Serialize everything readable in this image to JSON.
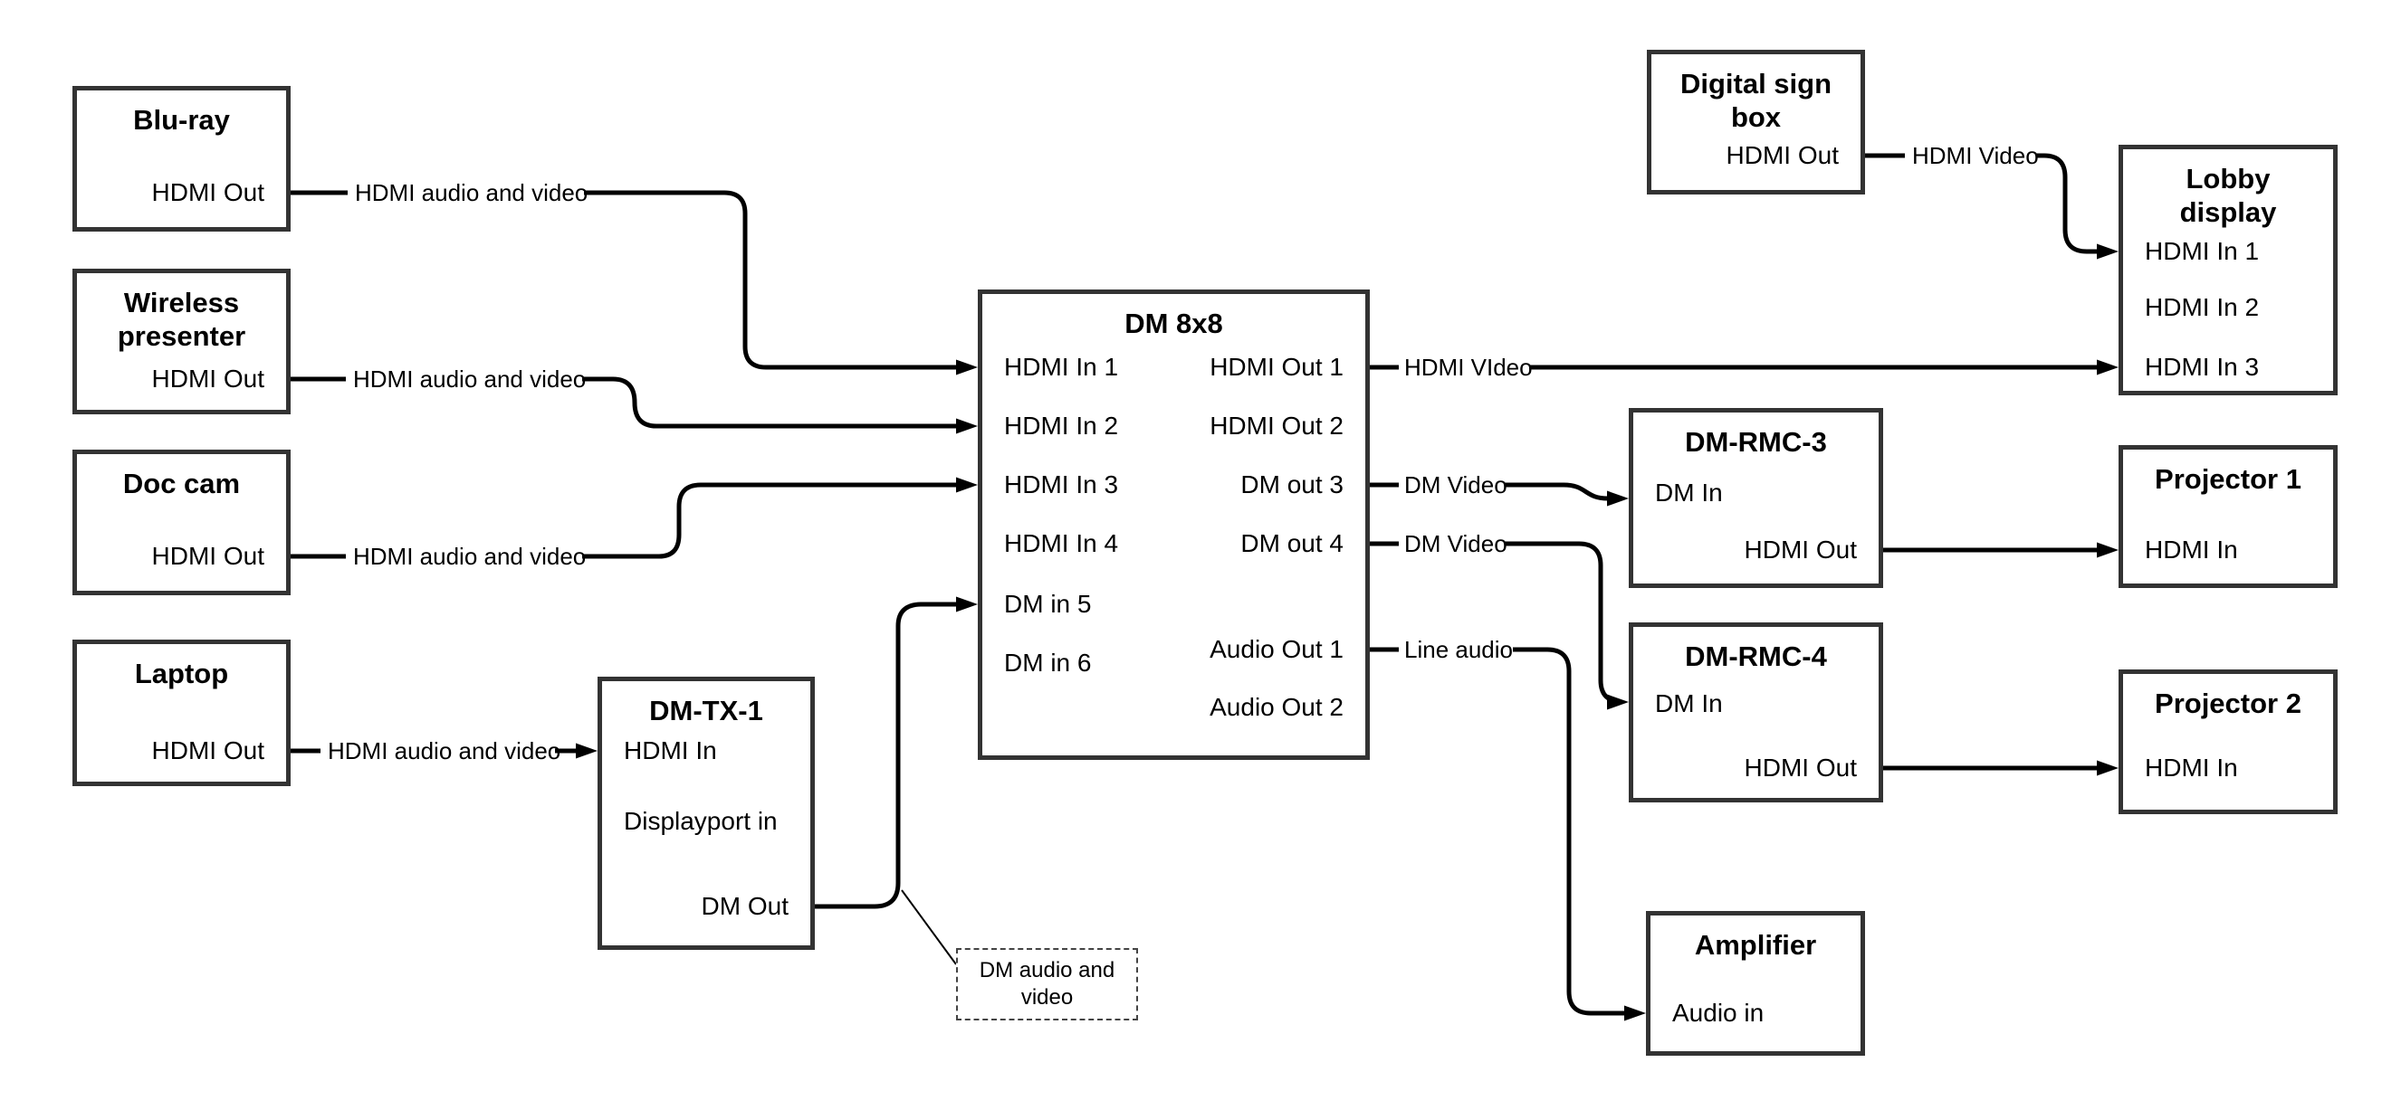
{
  "nodes": [
    {
      "id": "bluray",
      "title": "Blu-ray",
      "ports": [
        "HDMI Out"
      ]
    },
    {
      "id": "wireless",
      "title": "Wireless presenter",
      "ports": [
        "HDMI Out"
      ]
    },
    {
      "id": "doccam",
      "title": "Doc cam",
      "ports": [
        "HDMI Out"
      ]
    },
    {
      "id": "laptop",
      "title": "Laptop",
      "ports": [
        "HDMI Out"
      ]
    },
    {
      "id": "dmtx1",
      "title": "DM-TX-1",
      "ports": [
        "HDMI In",
        "Displayport in",
        "DM Out"
      ]
    },
    {
      "id": "dm8x8",
      "title": "DM 8x8",
      "ports": [
        "HDMI In 1",
        "HDMI In 2",
        "HDMI In 3",
        "HDMI In 4",
        "DM in 5",
        "DM in 6",
        "HDMI Out 1",
        "HDMI Out 2",
        "DM out 3",
        "DM out 4",
        "Audio Out 1",
        "Audio Out 2"
      ]
    },
    {
      "id": "signbox",
      "title": "Digital sign box",
      "ports": [
        "HDMI Out"
      ]
    },
    {
      "id": "lobby",
      "title": "Lobby display",
      "ports": [
        "HDMI In 1",
        "HDMI In 2",
        "HDMI In 3"
      ]
    },
    {
      "id": "dmrmc3",
      "title": "DM-RMC-3",
      "ports": [
        "DM In",
        "HDMI Out"
      ]
    },
    {
      "id": "proj1",
      "title": "Projector 1",
      "ports": [
        "HDMI In"
      ]
    },
    {
      "id": "dmrmc4",
      "title": "DM-RMC-4",
      "ports": [
        "DM In",
        "HDMI Out"
      ]
    },
    {
      "id": "proj2",
      "title": "Projector 2",
      "ports": [
        "HDMI In"
      ]
    },
    {
      "id": "amp",
      "title": "Amplifier",
      "ports": [
        "Audio in"
      ]
    }
  ],
  "edges": [
    {
      "from": "Blu-ray",
      "from_port": "HDMI Out",
      "to": "DM 8x8",
      "to_port": "HDMI In 1",
      "label": "HDMI audio and video"
    },
    {
      "from": "Wireless presenter",
      "from_port": "HDMI Out",
      "to": "DM 8x8",
      "to_port": "HDMI In 2",
      "label": "HDMI audio and video"
    },
    {
      "from": "Doc cam",
      "from_port": "HDMI Out",
      "to": "DM 8x8",
      "to_port": "HDMI In 3",
      "label": "HDMI audio and video"
    },
    {
      "from": "Laptop",
      "from_port": "HDMI Out",
      "to": "DM-TX-1",
      "to_port": "HDMI In",
      "label": "HDMI audio and video"
    },
    {
      "from": "DM-TX-1",
      "from_port": "DM Out",
      "to": "DM 8x8",
      "to_port": "DM in 5",
      "label": ""
    },
    {
      "from": "DM 8x8",
      "from_port": "HDMI Out 1",
      "to": "Lobby display",
      "to_port": "HDMI In 3",
      "label": "HDMI VIdeo"
    },
    {
      "from": "Digital sign box",
      "from_port": "HDMI Out",
      "to": "Lobby display",
      "to_port": "HDMI In 1",
      "label": "HDMI Video"
    },
    {
      "from": "DM 8x8",
      "from_port": "DM out 3",
      "to": "DM-RMC-3",
      "to_port": "DM In",
      "label": "DM Video"
    },
    {
      "from": "DM 8x8",
      "from_port": "DM out 4",
      "to": "DM-RMC-4",
      "to_port": "DM In",
      "label": "DM Video"
    },
    {
      "from": "DM 8x8",
      "from_port": "Audio Out 1",
      "to": "Amplifier",
      "to_port": "Audio in",
      "label": "Line audio"
    },
    {
      "from": "DM-RMC-3",
      "from_port": "HDMI Out",
      "to": "Projector 1",
      "to_port": "HDMI In",
      "label": ""
    },
    {
      "from": "DM-RMC-4",
      "from_port": "HDMI Out",
      "to": "Projector 2",
      "to_port": "HDMI In",
      "label": ""
    }
  ],
  "annotation": {
    "text": "DM audio and video",
    "attached_to_edge": "DM-TX-1 DM Out → DM 8x8 DM in 5"
  },
  "colors": {
    "line": "#000000",
    "box_border": "#333333",
    "text": "#000000",
    "background": "#ffffff"
  }
}
